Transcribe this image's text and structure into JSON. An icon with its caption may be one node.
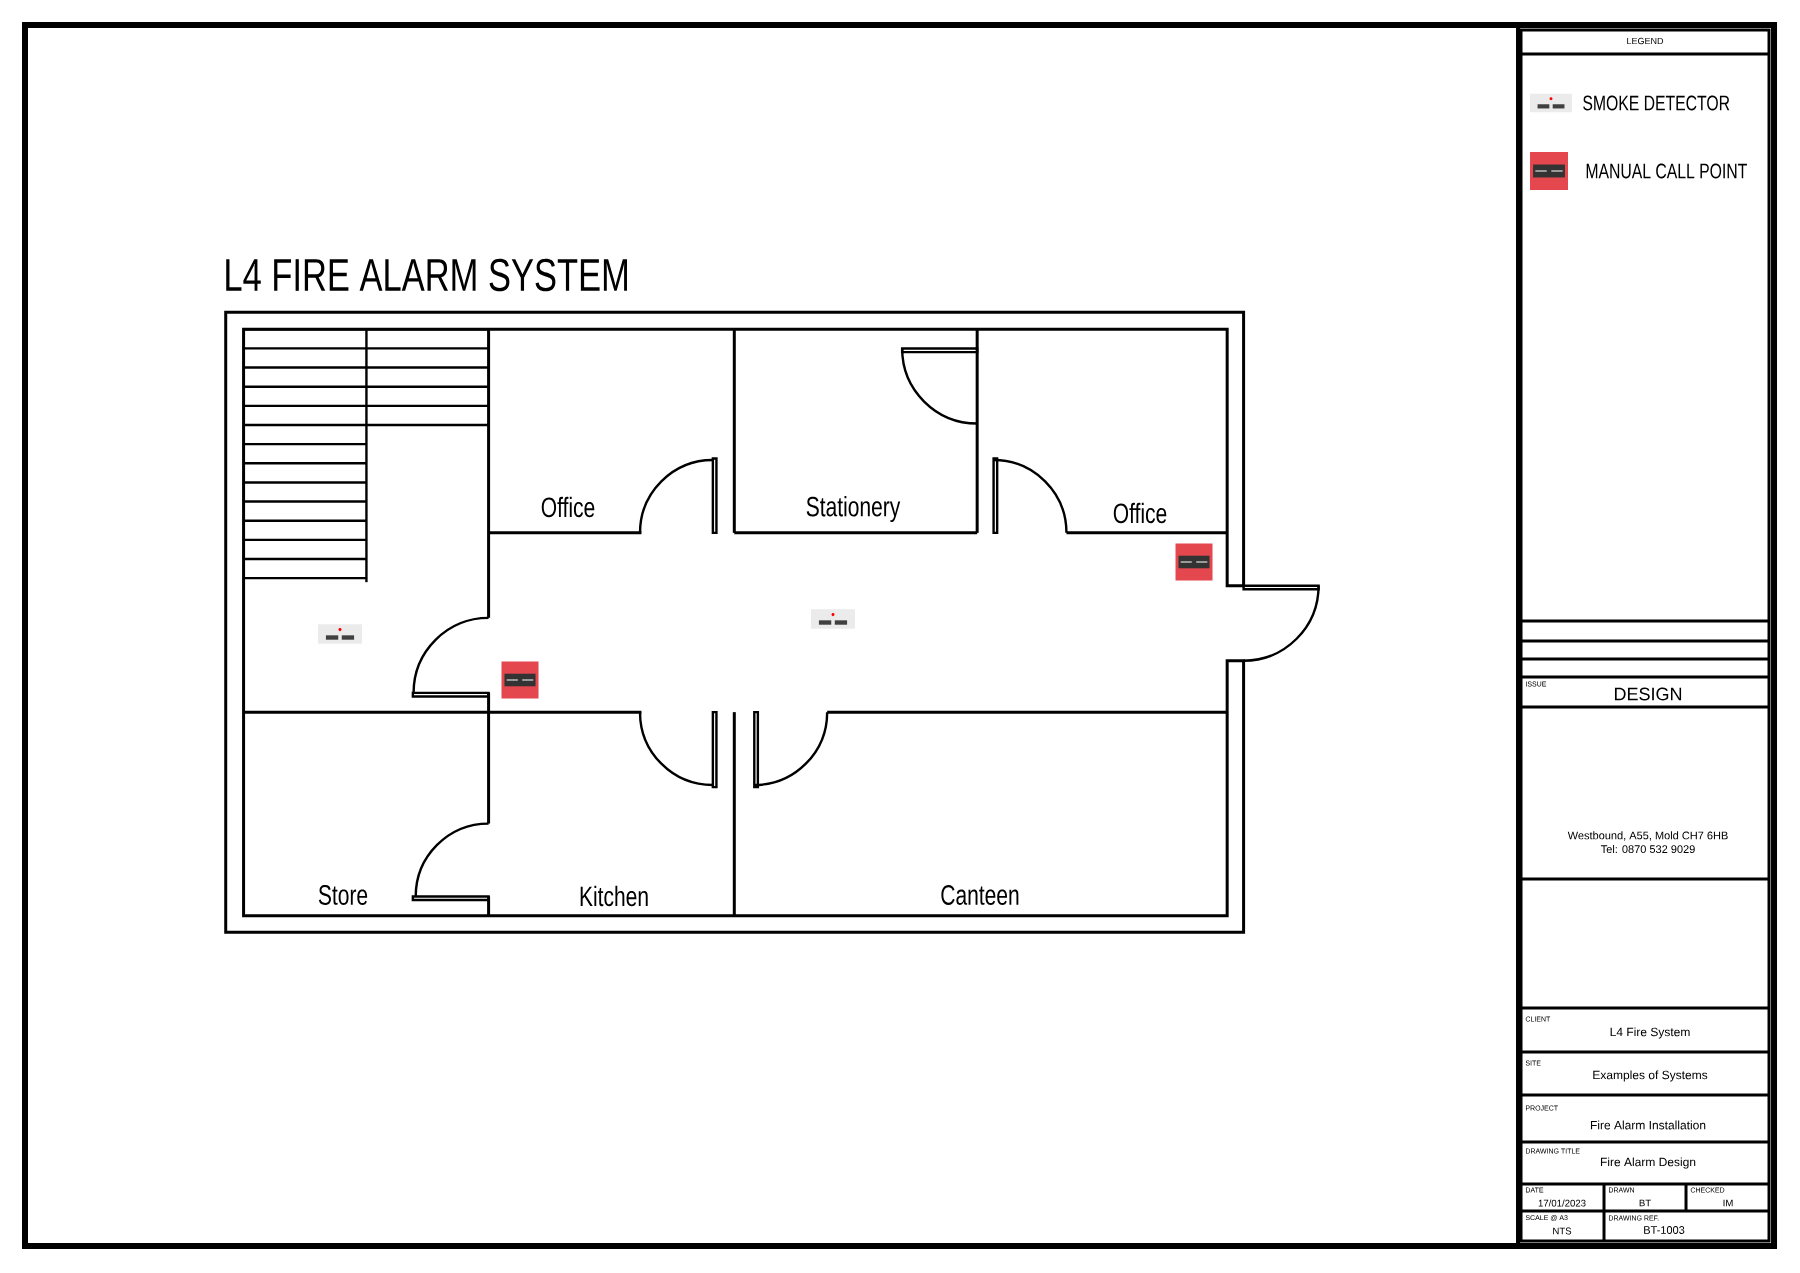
{
  "diagram": {
    "title": "L4 FIRE ALARM SYSTEM",
    "labels": [
      "Office",
      "Stationery",
      "Office",
      "Store",
      "Kitchen",
      "Canteen",
      "LEGEND",
      "ISSUE",
      "DESIGN",
      "Westbound, A55, Mold CH7 6HB",
      "Tel: 0870 532 9029",
      "CLIENT",
      "L4 Fire System",
      "SITE",
      "Examples of Systems",
      "PROJECT",
      "Fire Alarm Installation",
      "DRAWING TITLE",
      "Fire Alarm Design",
      "DATE",
      "17/01/2023",
      "DRAWN",
      "BT",
      "CHECKED",
      "IM",
      "SCALE @ A3",
      "NTS",
      "DRAWING REF.",
      "BT-1003"
    ],
    "legend": [
      {
        "text": "SMOKE DETECTOR"
      },
      {
        "text": "MANUAL CALL POINT"
      }
    ]
  }
}
